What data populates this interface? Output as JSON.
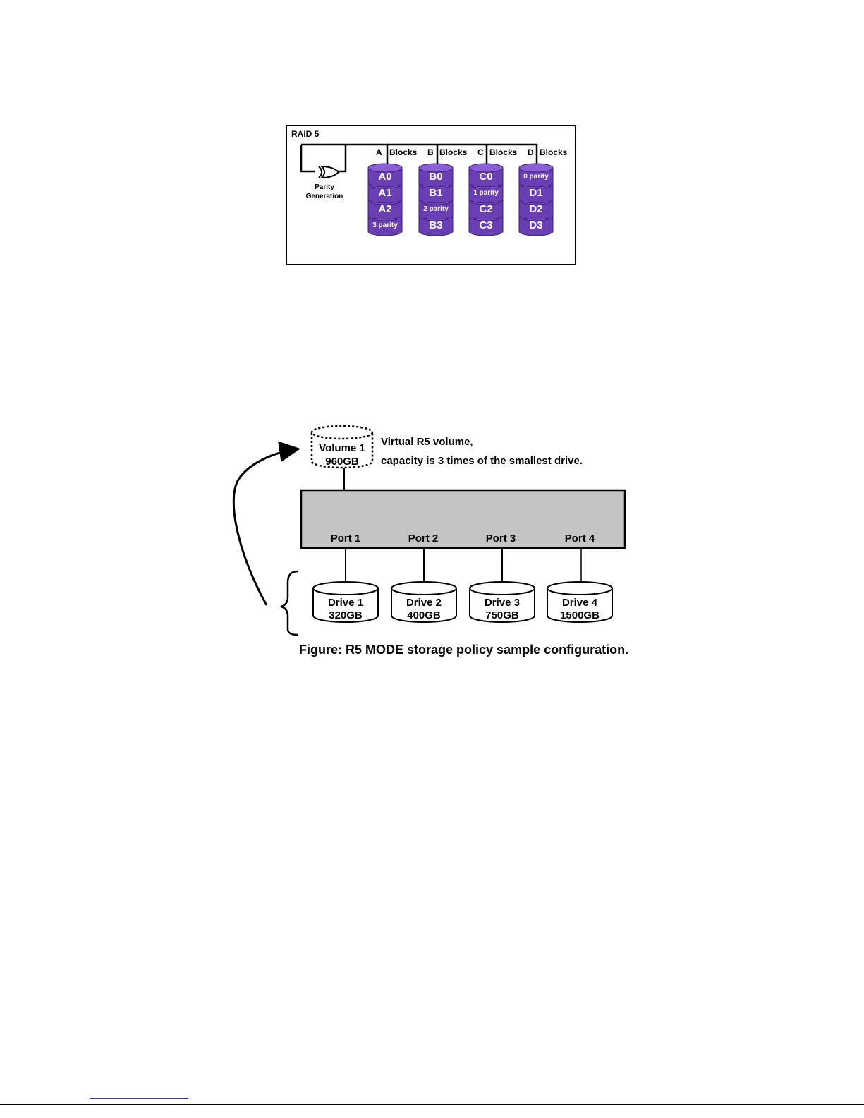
{
  "raid": {
    "title": "RAID 5",
    "parity_label_line1": "Parity",
    "parity_label_line2": "Generation",
    "columns": [
      {
        "letter": "A",
        "label": "Blocks",
        "cells": [
          "A0",
          "A1",
          "A2",
          "3 parity"
        ]
      },
      {
        "letter": "B",
        "label": "Blocks",
        "cells": [
          "B0",
          "B1",
          "2 parity",
          "B3"
        ]
      },
      {
        "letter": "C",
        "label": "Blocks",
        "cells": [
          "C0",
          "1 parity",
          "C2",
          "C3"
        ]
      },
      {
        "letter": "D",
        "label": "Blocks",
        "cells": [
          "0 parity",
          "D1",
          "D2",
          "D3"
        ]
      }
    ],
    "colors": {
      "disk_fill": "#6a3fb5",
      "disk_top": "#8a5fd6",
      "disk_edge": "#3d1f7a"
    }
  },
  "config": {
    "volume": {
      "name": "Volume 1",
      "size": "960GB"
    },
    "volume_note_line1": "Virtual R5 volume,",
    "volume_note_line2": "capacity is 3 times of the smallest drive.",
    "ports": [
      "Port 1",
      "Port 2",
      "Port 3",
      "Port 4"
    ],
    "drives": [
      {
        "name": "Drive 1",
        "size": "320GB"
      },
      {
        "name": "Drive 2",
        "size": "400GB"
      },
      {
        "name": "Drive 3",
        "size": "750GB"
      },
      {
        "name": "Drive 4",
        "size": "1500GB"
      }
    ],
    "caption": "Figure: R5 MODE storage policy sample configuration.",
    "colors": {
      "controller_fill": "#c4c4c4"
    }
  }
}
